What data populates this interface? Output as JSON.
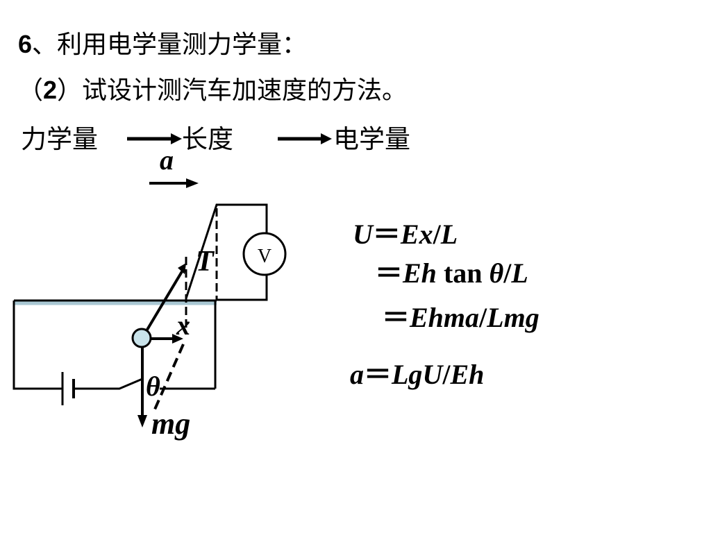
{
  "title": {
    "number": "6",
    "text": "、利用电学量测力学量："
  },
  "subtitle": {
    "open": "（",
    "number": "2",
    "text": "）试设计测汽车加速度的方法。"
  },
  "flow": {
    "step1": "力学量",
    "step2": "长度",
    "step3": "电学量"
  },
  "diagram": {
    "accel_label": "a",
    "tension_label": "T",
    "displacement_label": "x",
    "angle_label": "θ",
    "weight_label": "mg",
    "voltmeter_label": "V"
  },
  "equations": {
    "eq1": {
      "a": "U",
      "b": "＝",
      "c": "Ex",
      "d": "/",
      "e": "L"
    },
    "eq2": {
      "a": "＝",
      "b": "Eh",
      "c": " tan ",
      "d": "θ",
      "e": "/",
      "f": "L"
    },
    "eq3": {
      "a": "＝",
      "b": "Ehma",
      "c": "/",
      "d": "Lmg"
    },
    "eq4": {
      "a": "a",
      "b": "＝",
      "c": "LgU",
      "d": "/",
      "e": "Eh"
    }
  },
  "colors": {
    "ink": "#000000",
    "bob_fill": "#c9e3ea",
    "rail_blue": "#a9c7d3",
    "background": "#ffffff"
  }
}
